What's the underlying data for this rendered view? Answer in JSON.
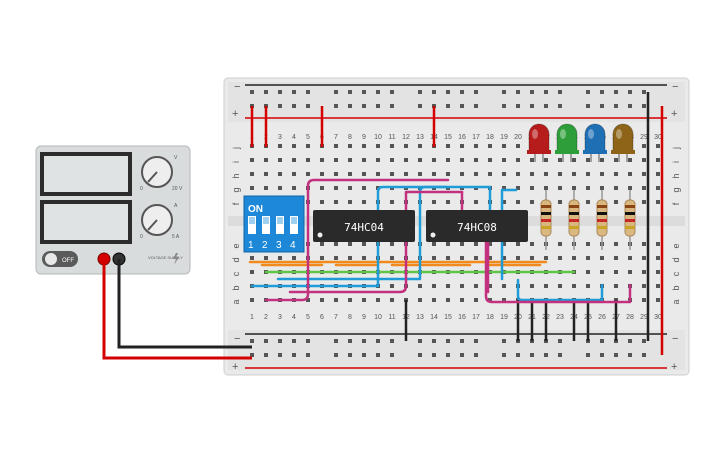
{
  "power_supply": {
    "switch_label": "OFF",
    "knob_voltage_labels": {
      "icon": "V",
      "min": "0",
      "max": "20 V"
    },
    "knob_current_labels": {
      "icon": "A",
      "min": "0",
      "max": "5 A"
    },
    "brand_text": "VOLTAGE SUPPLY",
    "colors": {
      "positive": "#d40000",
      "negative": "#222222",
      "display": "#dfe3e4"
    }
  },
  "breadboard": {
    "rail_minus": "−",
    "rail_plus": "+",
    "row_letters_top": [
      "j",
      "i",
      "h",
      "g",
      "f"
    ],
    "row_letters_bottom": [
      "e",
      "d",
      "c",
      "b",
      "a"
    ],
    "column_numbers": [
      "1",
      "2",
      "3",
      "4",
      "5",
      "6",
      "7",
      "8",
      "9",
      "10",
      "11",
      "12",
      "13",
      "14",
      "15",
      "16",
      "17",
      "18",
      "19",
      "20",
      "21",
      "22",
      "23",
      "24",
      "25",
      "26",
      "27",
      "28",
      "29",
      "30"
    ]
  },
  "dip_switch": {
    "on_label": "ON",
    "numbers": [
      "1",
      "2",
      "3",
      "4"
    ],
    "color": "#1e88d8"
  },
  "chips": [
    {
      "label": "74HC04"
    },
    {
      "label": "74HC08"
    }
  ],
  "leds": [
    {
      "color": "#b71c1c",
      "name": "red"
    },
    {
      "color": "#2e9e3a",
      "name": "green"
    },
    {
      "color": "#1f6fb5",
      "name": "blue"
    },
    {
      "color": "#8d6418",
      "name": "yellow"
    }
  ],
  "wire_colors": {
    "magenta": "#c2307f",
    "blue": "#1f9bd7",
    "orange": "#f08a1c",
    "green": "#5ec546",
    "black": "#222222",
    "red": "#d40000"
  }
}
